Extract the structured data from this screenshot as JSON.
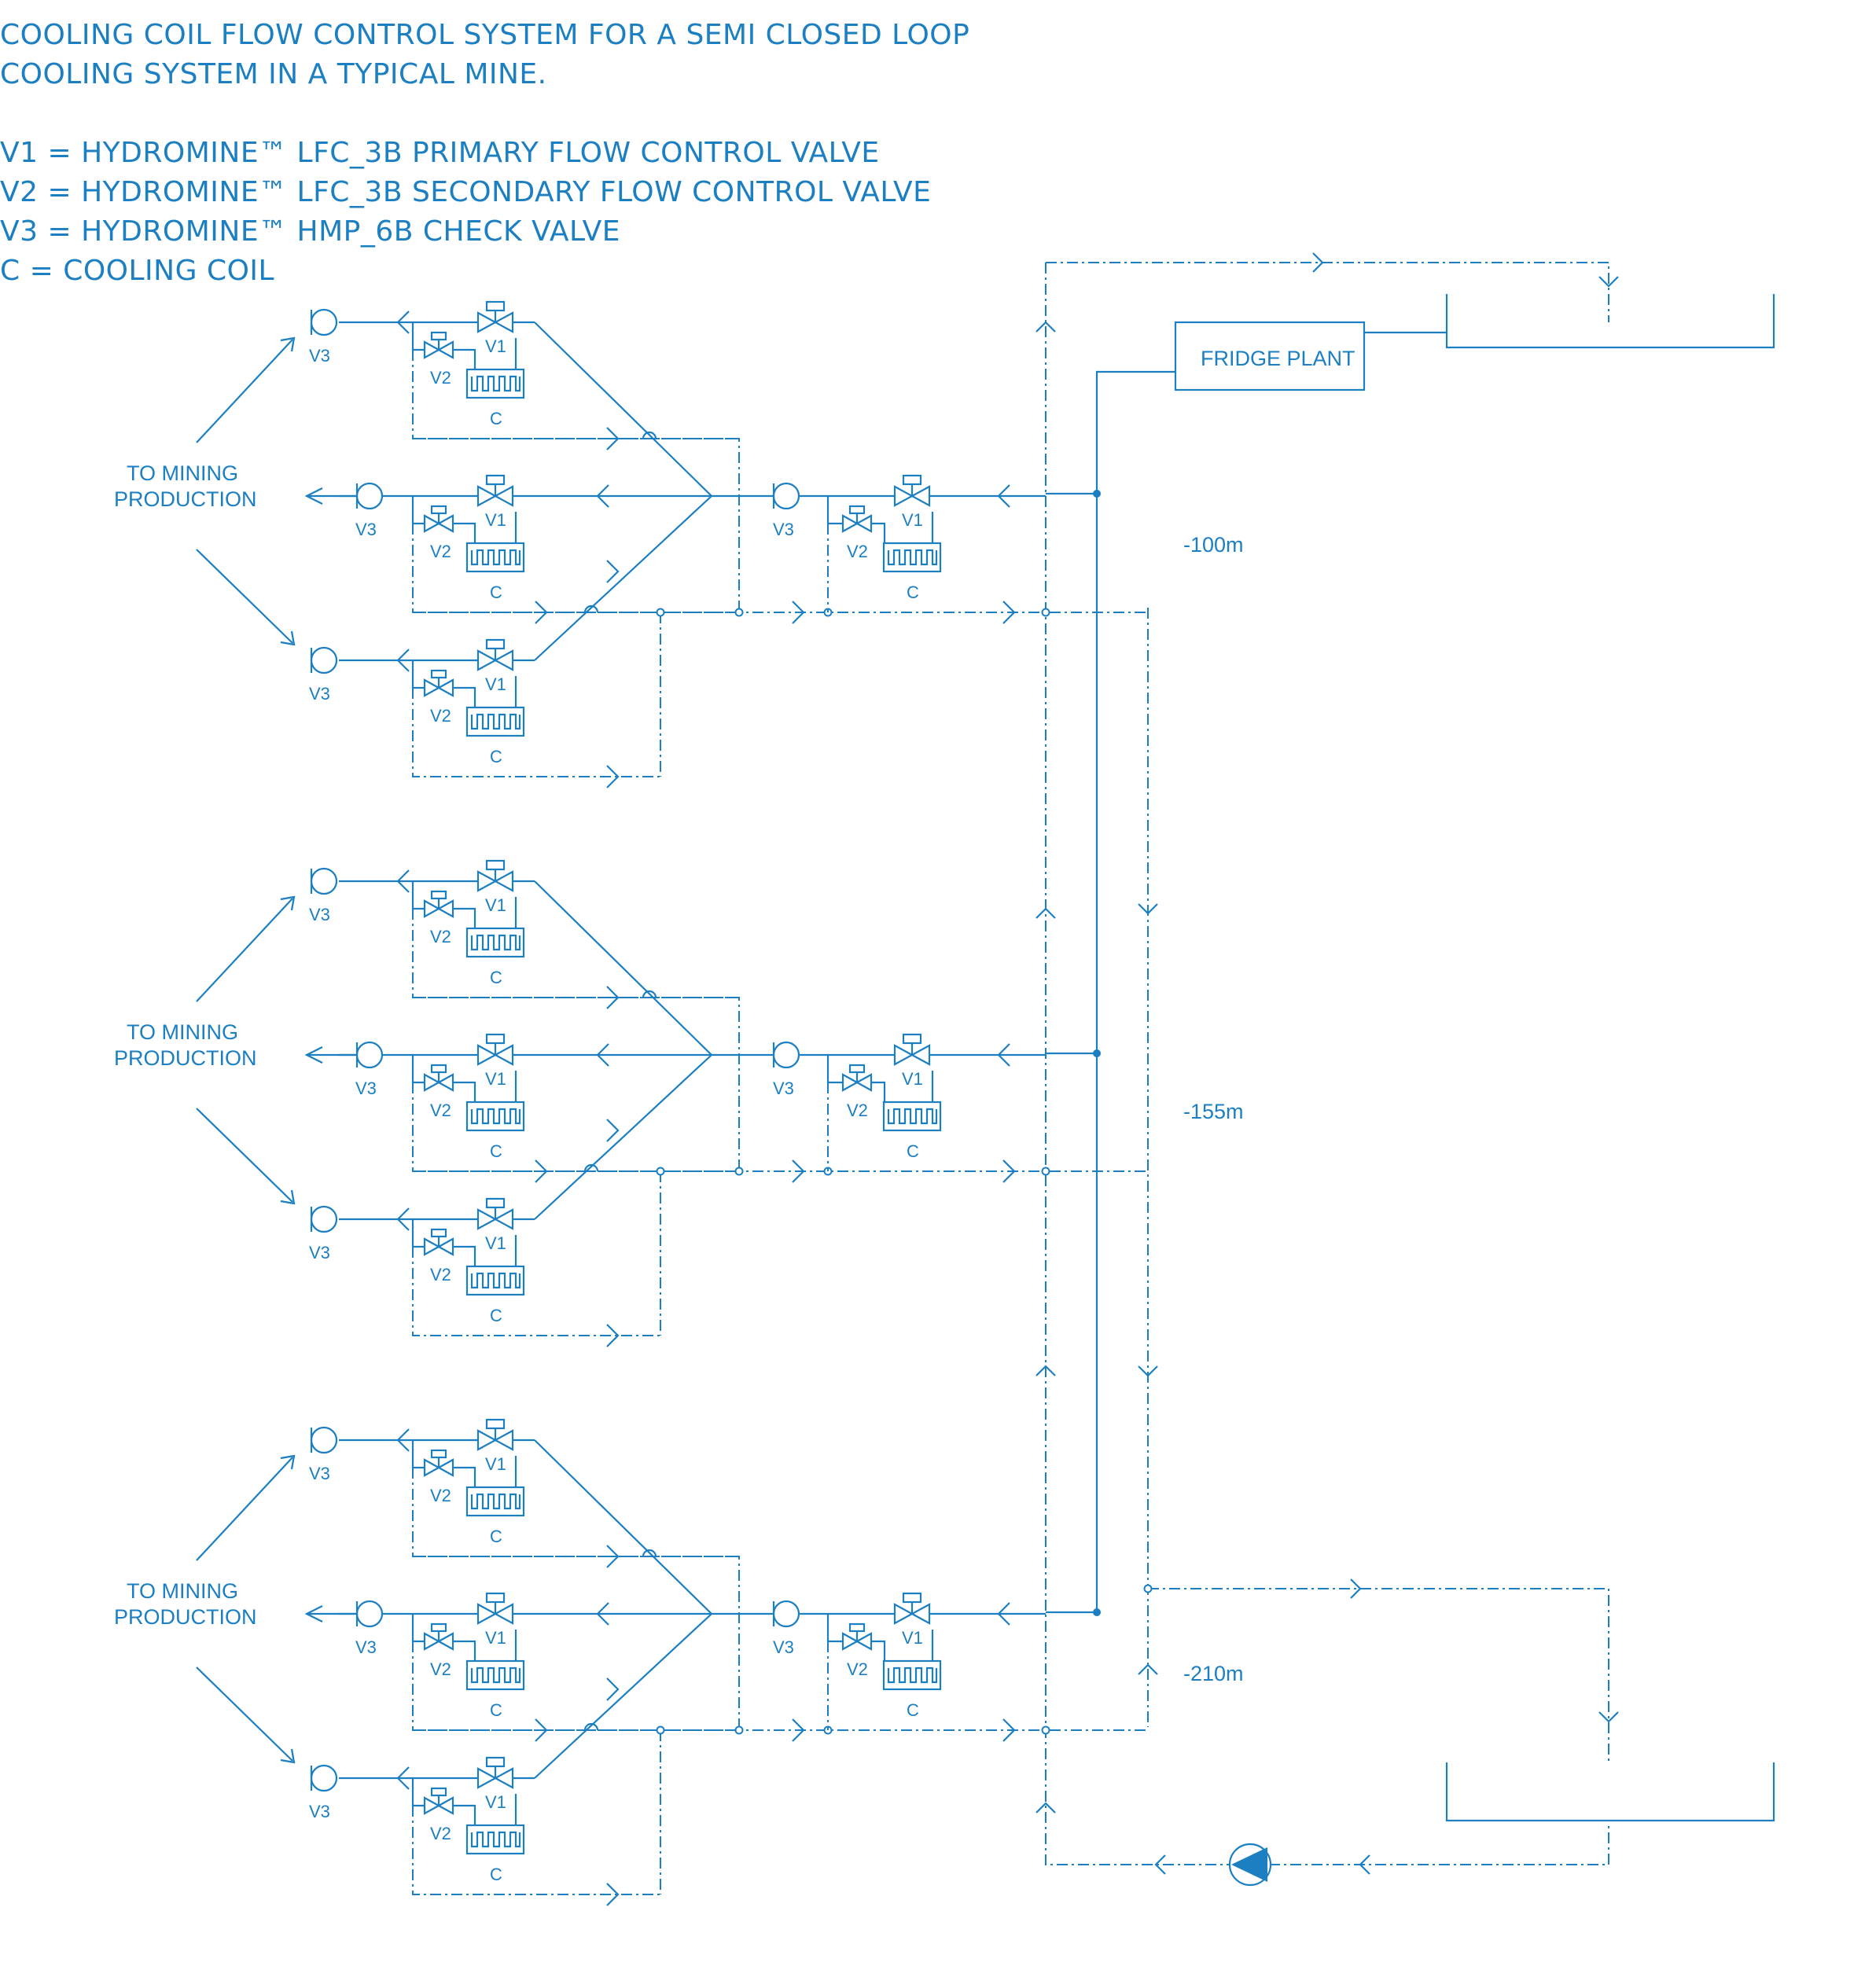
{
  "title": {
    "line1": "COOLING COIL FLOW CONTROL SYSTEM FOR A SEMI CLOSED LOOP",
    "line2": "COOLING SYSTEM IN A TYPICAL MINE."
  },
  "legend": [
    "V1 = HYDROMINE™ LFC_3B PRIMARY FLOW CONTROL VALVE",
    "V2 = HYDROMINE™ LFC_3B SECONDARY FLOW CONTROL VALVE",
    "V3 = HYDROMINE™ HMP_6B CHECK VALVE",
    "C = COOLING COIL"
  ],
  "labels": {
    "v1": "V1",
    "v2": "V2",
    "v3": "V3",
    "coil": "C",
    "fridge_plant": "FRIDGE PLANT",
    "to_mining_1": "TO MINING",
    "to_mining_2": "PRODUCTION"
  },
  "levels": [
    "-100m",
    "-155m",
    "-210m"
  ],
  "colors": {
    "line": "#1b7fc1"
  }
}
